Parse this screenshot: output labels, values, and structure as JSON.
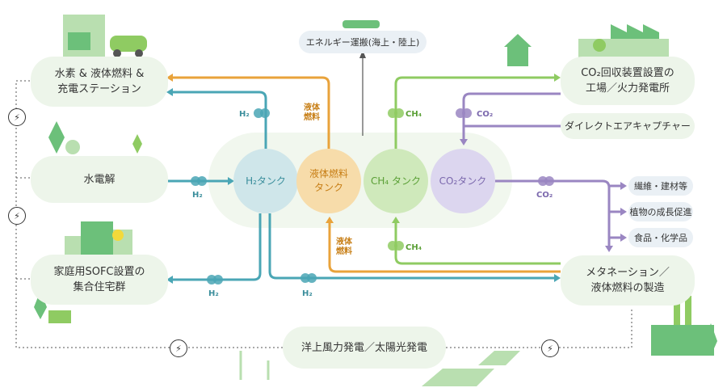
{
  "nodes": {
    "station": "水素 & 液体燃料 &\n充電ステーション",
    "electrolysis": "水電解",
    "sofc": "家庭用SOFC設置の\n集合住宅群",
    "factory": "CO₂回収装置設置の\n工場／火力発電所",
    "dac": "ダイレクトエアキャプチャー",
    "methanation": "メタネーション／\n液体燃料の製造",
    "renewable": "洋上風力発電／太陽光発電",
    "transport": "エネルギー運搬(海上・陸上)",
    "fiber": "繊維・建材等",
    "plant": "植物の成長促進",
    "food": "食品・化学品"
  },
  "tanks": {
    "h2": "H₂タンク",
    "liquid": "液体燃料\nタンク",
    "ch4": "CH₄ タンク",
    "co2": "CO₂タンク"
  },
  "labels": {
    "h2_station": "H₂",
    "h2_electrolysis": "H₂",
    "h2_sofc": "H₂",
    "h2_meth": "H₂",
    "liquid_top": "液体\n燃料",
    "liquid_bottom": "液体\n燃料",
    "ch4_top": "CH₄",
    "ch4_bottom": "CH₄",
    "co2_top": "CO₂",
    "co2_right": "CO₂"
  },
  "icons": {
    "bolt": "⚡"
  },
  "colors": {
    "h2": "#4aa6b5",
    "liquid": "#e9a33b",
    "ch4": "#8fcb62",
    "co2": "#9a86c2",
    "box": "#edf5ea",
    "pill": "#eaf0f5"
  }
}
